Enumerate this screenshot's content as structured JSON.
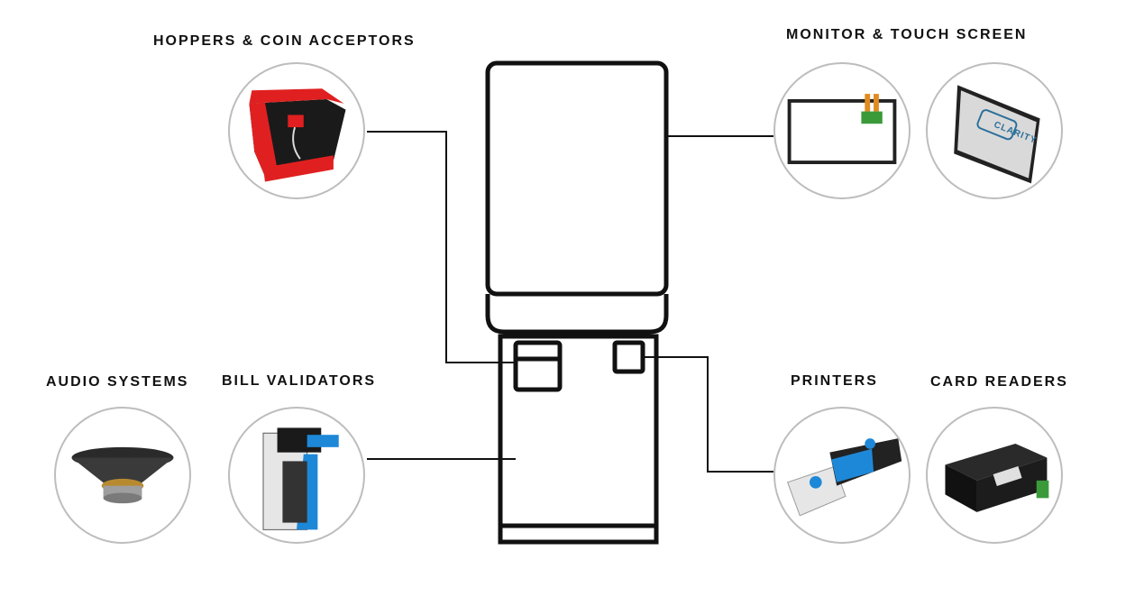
{
  "labels": {
    "hoppers": "HOPPERS & COIN ACCEPTORS",
    "monitor": "MONITOR & TOUCH SCREEN",
    "audio": "AUDIO SYSTEMS",
    "bill": "BILL VALIDATORS",
    "printers": "PRINTERS",
    "card": "CARD READERS"
  },
  "brand_text": "CLARITY",
  "colors": {
    "line": "#111111",
    "circle_border": "#bdbdbd",
    "hopper_red": "#e02020",
    "validator_blue": "#1e88d8"
  },
  "icons": [
    "kiosk-outline",
    "coin-hopper-icon",
    "touch-panel-icon",
    "display-panel-icon",
    "speaker-icon",
    "bill-validator-icon",
    "ticket-printer-icon",
    "card-reader-icon"
  ]
}
